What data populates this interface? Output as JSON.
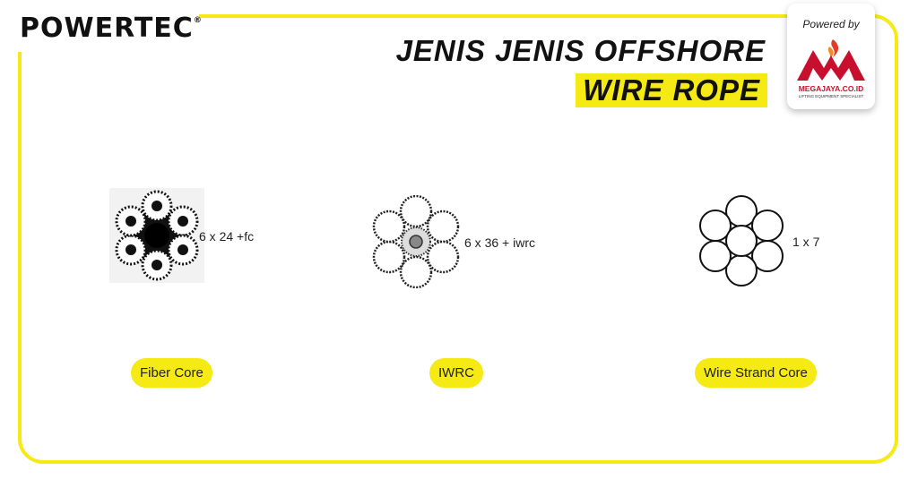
{
  "brand": {
    "name": "POWERTEC",
    "mark": "®"
  },
  "title": {
    "line1": "JENIS JENIS OFFSHORE",
    "line2": "WIRE ROPE"
  },
  "powered": {
    "label": "Powered by",
    "company": "MEGAJAYA.CO.ID",
    "tagline": "LIFTING EQUIPMENT SPECIALIST"
  },
  "colors": {
    "accent": "#f5ea14",
    "brand_red": "#c8102e",
    "ink": "#111111"
  },
  "types": [
    {
      "spec": "6 x 24 +fc",
      "label": "Fiber Core"
    },
    {
      "spec": "6 x 36 + iwrc",
      "label": "IWRC"
    },
    {
      "spec": "1 x 7",
      "label": "Wire Strand Core"
    }
  ]
}
